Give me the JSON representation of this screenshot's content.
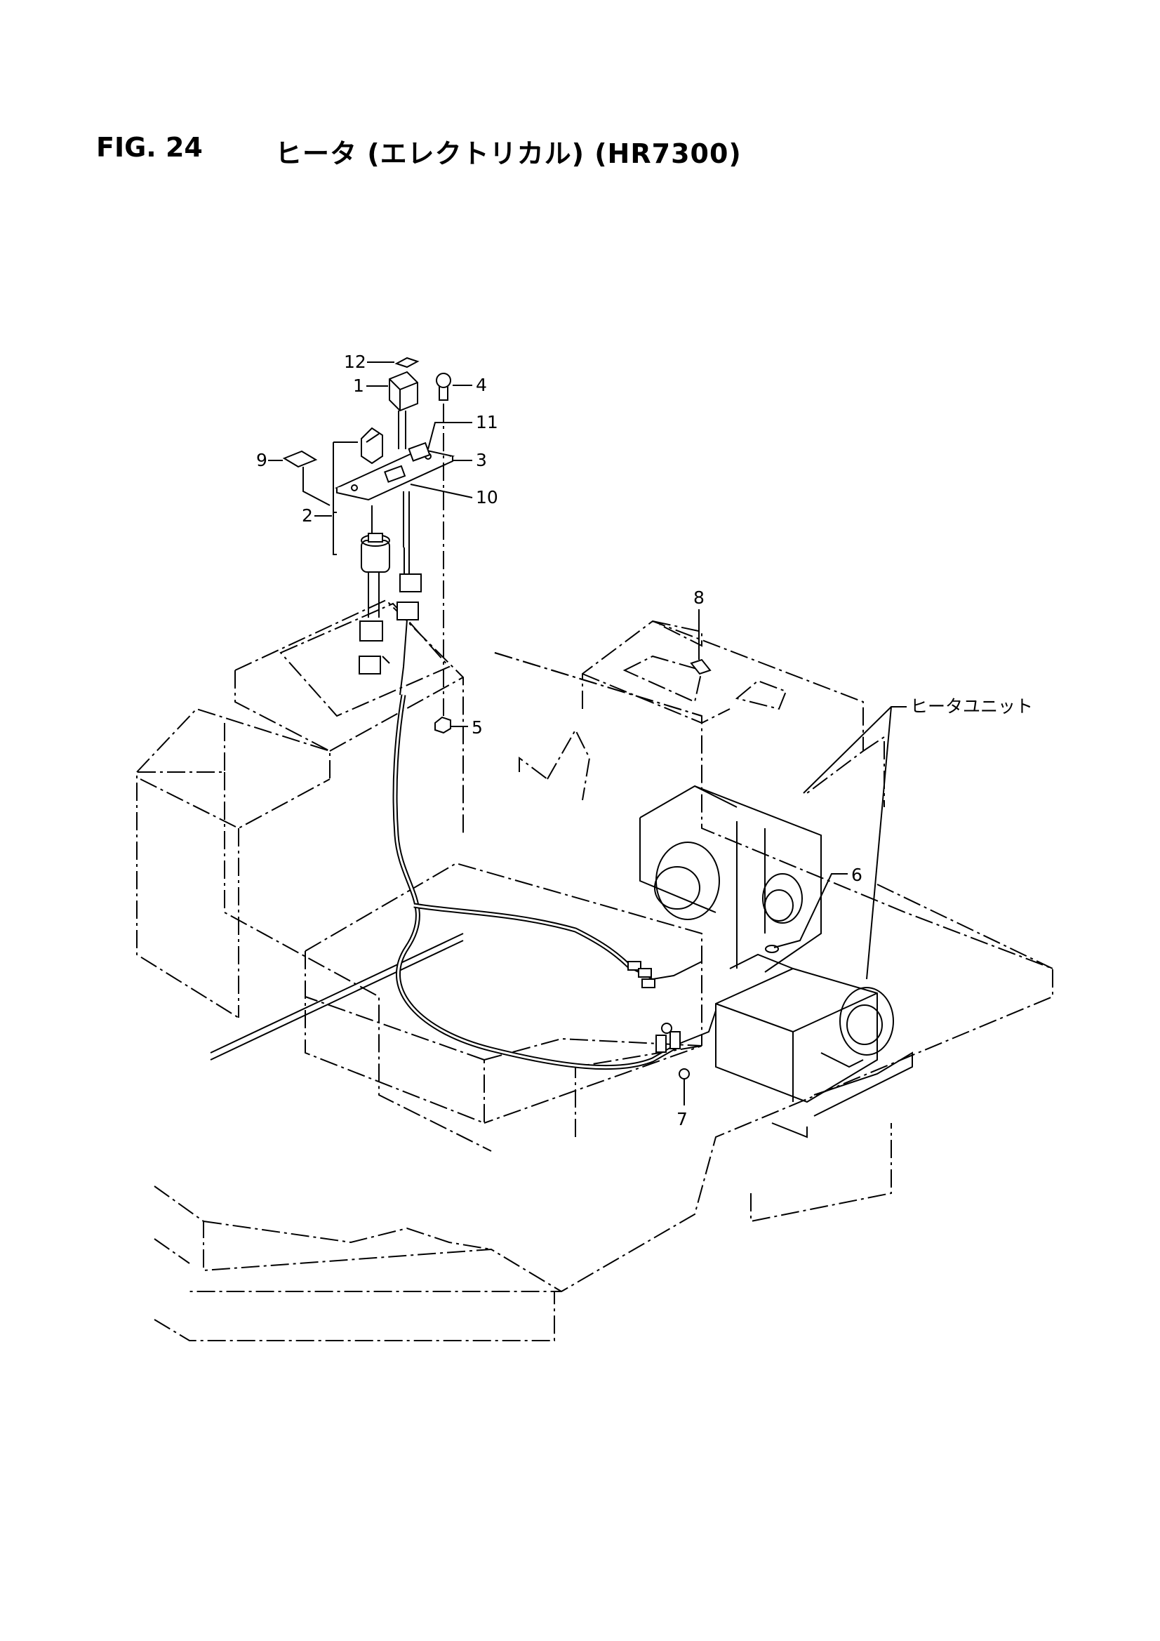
{
  "header": {
    "fig_label": "FIG. 24",
    "title": "ヒータ (エレクトリカル) (HR7300)"
  },
  "callouts": {
    "c1": "1",
    "c2": "2",
    "c3": "3",
    "c4": "4",
    "c5": "5",
    "c6": "6",
    "c7": "7",
    "c8": "8",
    "c9": "9",
    "c10": "10",
    "c11": "11",
    "c12": "12",
    "heater_unit": "ヒータユニット"
  }
}
